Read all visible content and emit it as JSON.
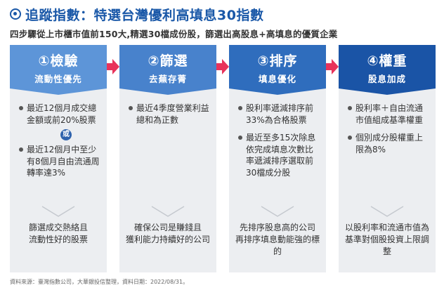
{
  "title": "追蹤指數：特選台灣優利高填息30指數",
  "subtitle": "四步驟從上市櫃市值前150大,精選30檔成份股，篩選出高股息+高填息的優質企業",
  "colors": {
    "accent": "#1a58a8",
    "arrow": "#e8335b",
    "column_bg": "#eceef1"
  },
  "steps": [
    {
      "title": "①檢驗",
      "subtitle": "流動性優先",
      "color": "#5d95d8",
      "items": [
        "最近12個月成交總金額或前20%股票",
        "最近12個月中至少有8個月自由流通周轉率達3%"
      ],
      "connector": "或",
      "summary": [
        "篩選成交熱絡且",
        "流動性好的股票"
      ]
    },
    {
      "title": "②篩選",
      "subtitle": "去蕪存菁",
      "color": "#4882cc",
      "items": [
        "最近4季度營業利益總和為正數"
      ],
      "summary": [
        "確保公司是賺錢且",
        "獲利能力持續好的公司"
      ]
    },
    {
      "title": "③排序",
      "subtitle": "填息優化",
      "color": "#2f6dbd",
      "items": [
        "股利率遞減排序前33%為合格股票",
        "最近至多15次除息依完成填息次數比率遞減排序選取前30檔成分股"
      ],
      "summary": [
        "先排序股息高的公司",
        "再排序填息動能強的標的"
      ]
    },
    {
      "title": "④權重",
      "subtitle": "股息加成",
      "color": "#1a54a6",
      "items": [
        "股利率＋自由流通市值組成基準權重",
        "個別成分股權重上限為8%"
      ],
      "summary": [
        "以股利率和流通市值為",
        "基準對個股投資上限調整"
      ]
    }
  ],
  "source_note": "資料來源：臺灣指數公司，大華銀投信整理，資料日期：2022/08/31。"
}
